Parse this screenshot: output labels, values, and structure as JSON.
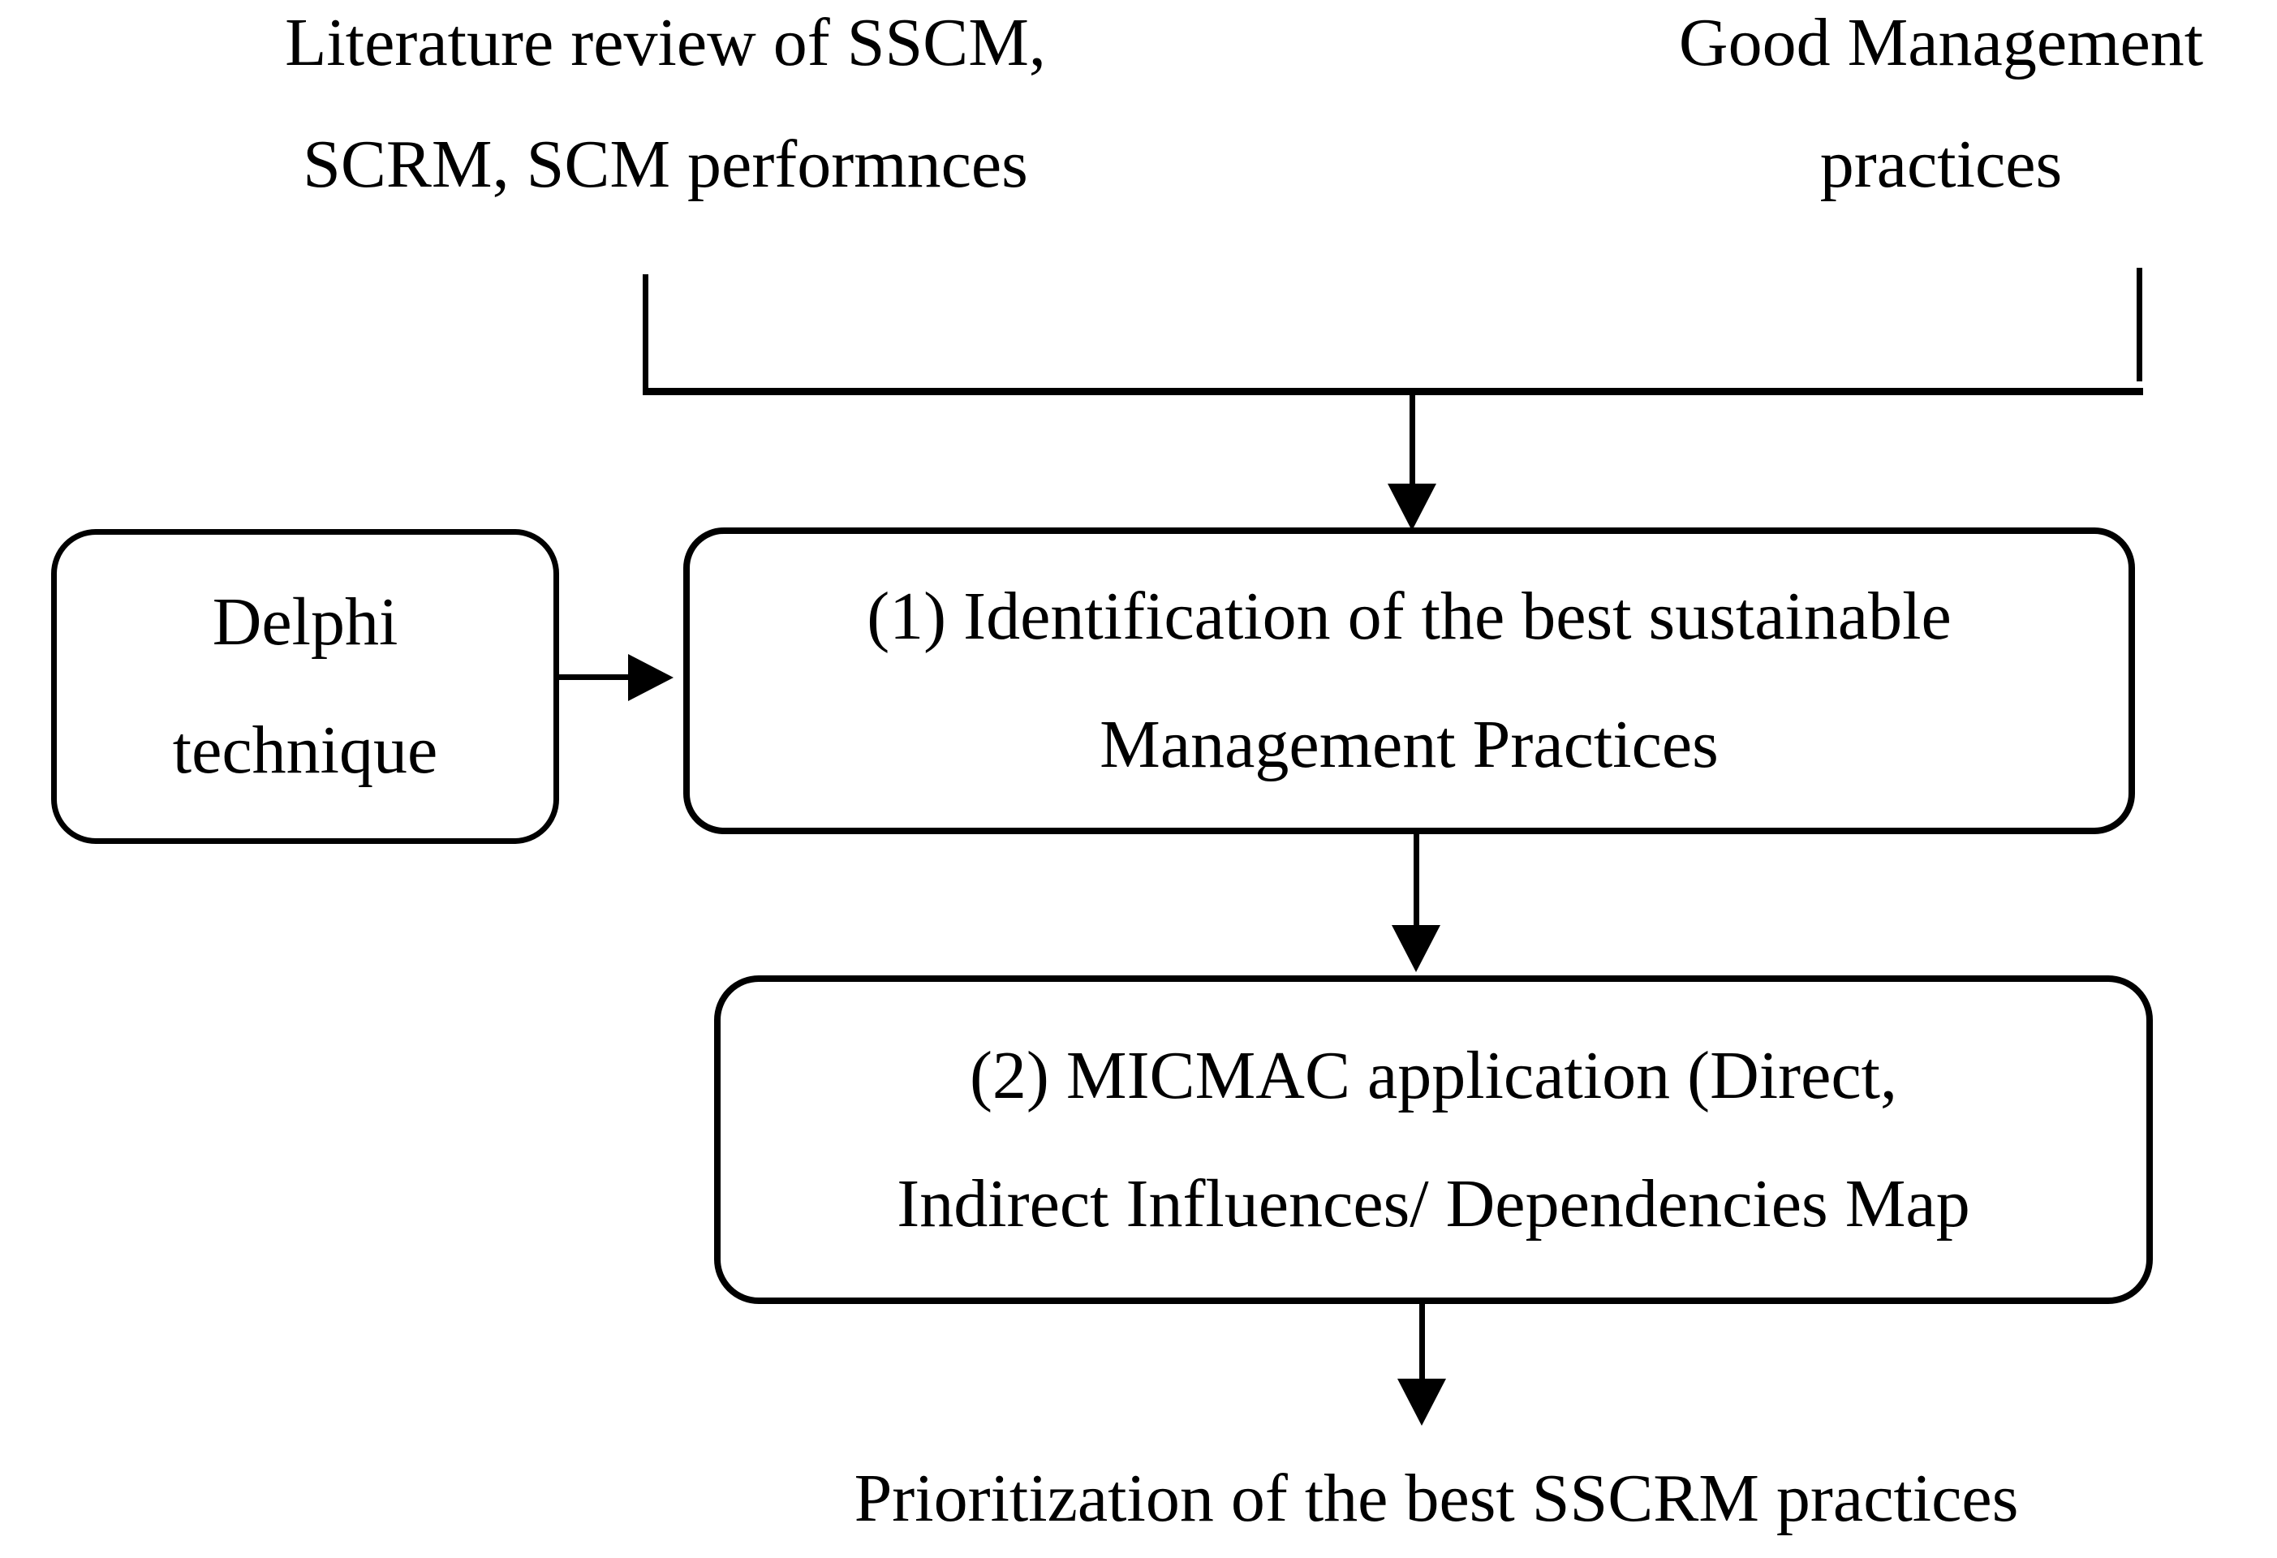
{
  "figure": {
    "background_color": "#ffffff",
    "ink_color": "#000000",
    "type": "flowchart"
  },
  "nodes": {
    "literature": {
      "line1": "Literature review of SSCM,",
      "line2": "SCRM, SCM performnces"
    },
    "good_practices": {
      "line1": "Good Management",
      "line2": "practices"
    },
    "delphi": {
      "line1": "Delphi",
      "line2": "technique"
    },
    "step1": {
      "line1": "(1) Identification of the best sustainable",
      "line2": "Management Practices"
    },
    "step2": {
      "line1": "(2) MICMAC application (Direct,",
      "line2": "Indirect Influences/ Dependencies Map"
    },
    "output": {
      "label": "Prioritization of the best SSCRM practices"
    }
  },
  "edges": [
    {
      "from": "literature",
      "to": "step1",
      "style": "merge-bracket-arrow"
    },
    {
      "from": "good_practices",
      "to": "step1",
      "style": "merge-bracket-arrow"
    },
    {
      "from": "delphi",
      "to": "step1",
      "style": "arrow-right"
    },
    {
      "from": "step1",
      "to": "step2",
      "style": "arrow-down"
    },
    {
      "from": "step2",
      "to": "output",
      "style": "arrow-down"
    }
  ]
}
